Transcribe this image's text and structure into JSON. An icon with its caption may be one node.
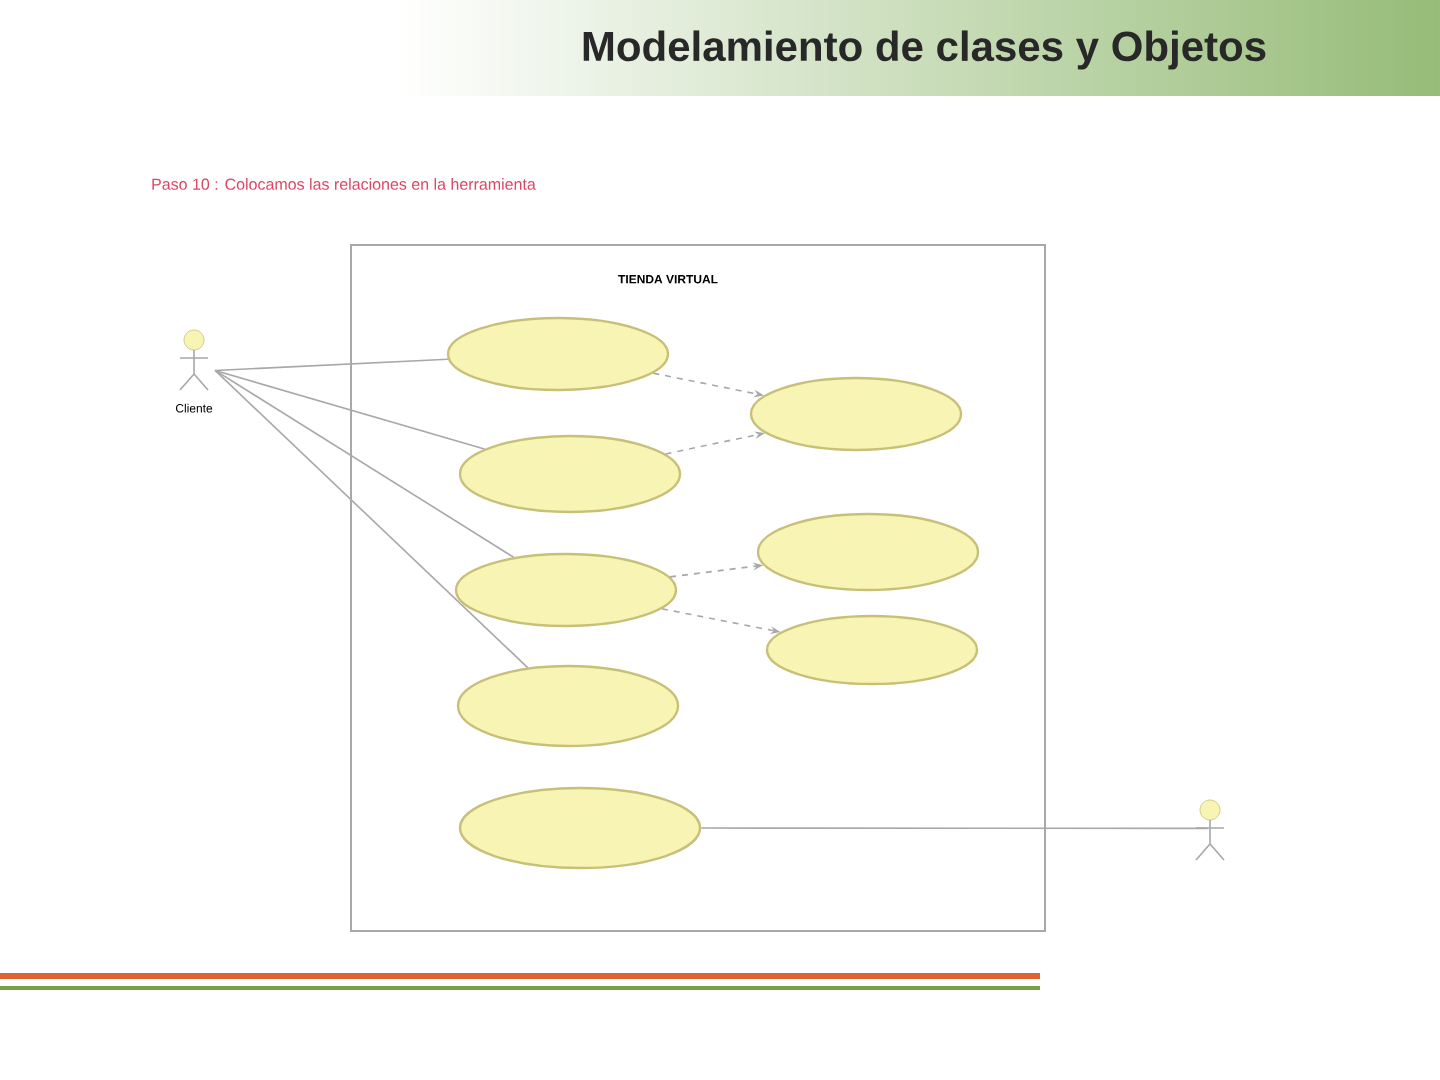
{
  "diagram": {
    "title": "Modelamiento de clases y Objetos",
    "caption": "Paso 10 : Colocamos las relaciones en la herramienta",
    "nodes": [
      {
        "text": [
          "TIENDA VIRTUAL"
        ]
      },
      {
        "text": [
          "Cliente"
        ]
      },
      {
        "text": [],
        "shape": "ellipse",
        "in": 0
      },
      {
        "text": [],
        "shape": "ellipse",
        "in": 0
      },
      {
        "text": [],
        "shape": "ellipse",
        "in": 0
      },
      {
        "text": [],
        "shape": "ellipse",
        "in": 0
      },
      {
        "text": [],
        "shape": "ellipse",
        "in": 0
      },
      {
        "text": [],
        "shape": "ellipse",
        "in": 0
      },
      {
        "text": [],
        "shape": "ellipse",
        "in": 0
      },
      {
        "text": [],
        "shape": "ellipse",
        "in": 0
      },
      {
        "text": [],
        "shape": "person"
      }
    ],
    "edges": [
      {
        "from": 1,
        "to": 2,
        "arrow": "none"
      },
      {
        "from": 1,
        "to": 3,
        "arrow": "none"
      },
      {
        "from": 1,
        "to": 4,
        "arrow": "none"
      },
      {
        "from": 1,
        "to": 5,
        "arrow": "none"
      },
      {
        "from": 2,
        "to": 7,
        "arrow": "to",
        "style": "dashed"
      },
      {
        "from": 3,
        "to": 7,
        "arrow": "to",
        "style": "dashed"
      },
      {
        "from": 4,
        "to": 8,
        "arrow": "to",
        "style": "dashed"
      },
      {
        "from": 4,
        "to": 9,
        "arrow": "to",
        "style": "dashed"
      },
      {
        "from": 6,
        "to": 10,
        "arrow": "none"
      }
    ]
  }
}
